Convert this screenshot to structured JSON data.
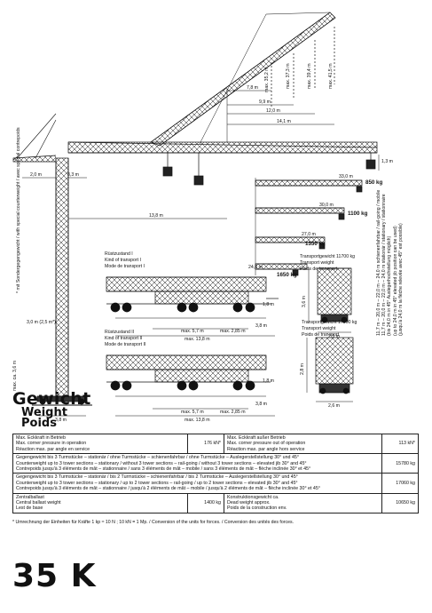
{
  "dimensions": {
    "max_35_2": "max. 35,2 m",
    "max_37_3": "max. 37,3 m",
    "max_39_4": "max. 39,4 m",
    "max_41_5": "max. 41,5 m",
    "d_7_8": "7,8 m",
    "d_9_9": "9,9 m",
    "d_12_0": "12,0 m",
    "d_14_1": "14,1 m",
    "d_1_3": "1,3 m",
    "d_2_0": "2,0 m",
    "d_3_3": "3,3 m",
    "d_13_8": "13,8 m",
    "d_3_8": "3,8 m",
    "height_left": "max. ca. 3,6 m",
    "height_left_2": "3,0 m (2,5 m*)",
    "counterweight_note": "* mit Sondergegengewicht / with special counterweight / avec special contrepoids",
    "d_2_5": "2,5 m",
    "d_3_6": "3,6 m",
    "d_2_6": "2,6 m",
    "d_2_8": "2,8 m"
  },
  "jib_loads": [
    {
      "radius": "33,0 m",
      "load": "850 kg"
    },
    {
      "radius": "30,0 m",
      "load": "1100 kg"
    },
    {
      "radius": "27,0 m",
      "load": "1350 kg"
    },
    {
      "radius": "24,0 m",
      "load": "1650 kg"
    }
  ],
  "jib_note": "11,7 m – 20,0 m – 22,0 m – 24,0 m schienenfahrbar / rail-going / mobile\n11,7 m – 20,0 m – 22,0 m – 24,0 m stationär / stationary / stationnaire\n(bis 24,0 m in 45° Auslegerhochstellung möglich)\n(up to 24,0 m in 45° elevated jib position can be used)\n(jusqu'à 24,0 m la flèche relevée avec 45° est possible)",
  "transport1": {
    "state_de": "Rüstzustand I",
    "state_en": "Kind of transport I",
    "state_fr": "Mode de transport I",
    "weight_label_de": "Transportgewicht 11700 kg",
    "weight_label_en": "Transport weight",
    "weight_label_fr": "Poids de transport",
    "max_13_8": "max. 13,8 m",
    "d_5_7": "max. 5,7 m",
    "d_2_85": "max. 2,85 m",
    "d_1_8": "1,8 m",
    "d_3_8": "3,8 m"
  },
  "transport2": {
    "state_de": "Rüstzustand II",
    "state_en": "Kind of transport II",
    "state_fr": "Mode de transport II",
    "weight_label_de": "Transportgewicht 17500 kg",
    "weight_label_en": "Transport weight",
    "weight_label_fr": "Poids de transport",
    "max_13_8": "max. 13,8 m",
    "d_5_7": "max. 5,7 m",
    "d_2_85": "max. 2,85 m",
    "d_1_8": "1,8 m",
    "d_3_8": "3,8 m"
  },
  "heading": {
    "de": "Gewicht",
    "en": "Weight",
    "fr": "Poids"
  },
  "table": {
    "r1_left": "Max. Eckkraft in Betrieb\nMax. corner pressure in operation\nRéaction max. par angle en service",
    "r1_left_val": "176 kN*",
    "r1_right": "Max. Eckkraft außer Betrieb\nMax. corner pressure out of operation\nRéaction max. par angle hors service",
    "r1_right_val": "113 kN*",
    "r2": "Gegengewicht bis 3 Turmstücke – stationär / ohne Turmstücke – schienenfahrbar / ohne Turmstücke – Auslegerstellstellung 30° und 45°\nCounterweight up to 3 tower sections – stationary / without 3 tower sections – rail-going / without 3 tower sections – elevated jib 30° and 45°\nContrepoids jusqu'à 3 éléments de mât – stationnaire / sans 3 éléments de mât – mobile / sans 3 éléments de mât – flèche inclinée 30° et 45°",
    "r2_val": "15780 kg",
    "r3": "Gegengewicht bis 3 Turmstücke – stationär / bis 2 Turmstücke – schienenfahrbar / bis 2 Turmstücke – Auslegerstellstellung 30° und 45°\nCounterweight up to 3 tower sections – stationary / up to 2 tower sections – rail-going / up to 2 tower sections – elevated jib 30° and 45°\nContrepoids jusqu'à 3 éléments de mât – stationnaire / jusqu'à 2 éléments de mât – mobile / jusqu'à 2 éléments de mât – flèche inclinée 30° et 45°",
    "r3_val": "17060 kg",
    "r4_left": "Zentralballast\nCentral ballast weight\nLest de base",
    "r4_left_val": "1400 kg",
    "r4_right": "Konstruktionsgewicht ca.\nDead weight approx.\nPoids de la construction env.",
    "r4_right_val": "10650 kg"
  },
  "footnote": "* Umrechnung der Einheiten für Kräfte 1 kp ≈ 10 N ; 10 kN = 1 Mp. / Conversion of the units for forces. / Conversion des unités des forces.",
  "model": "35 K"
}
